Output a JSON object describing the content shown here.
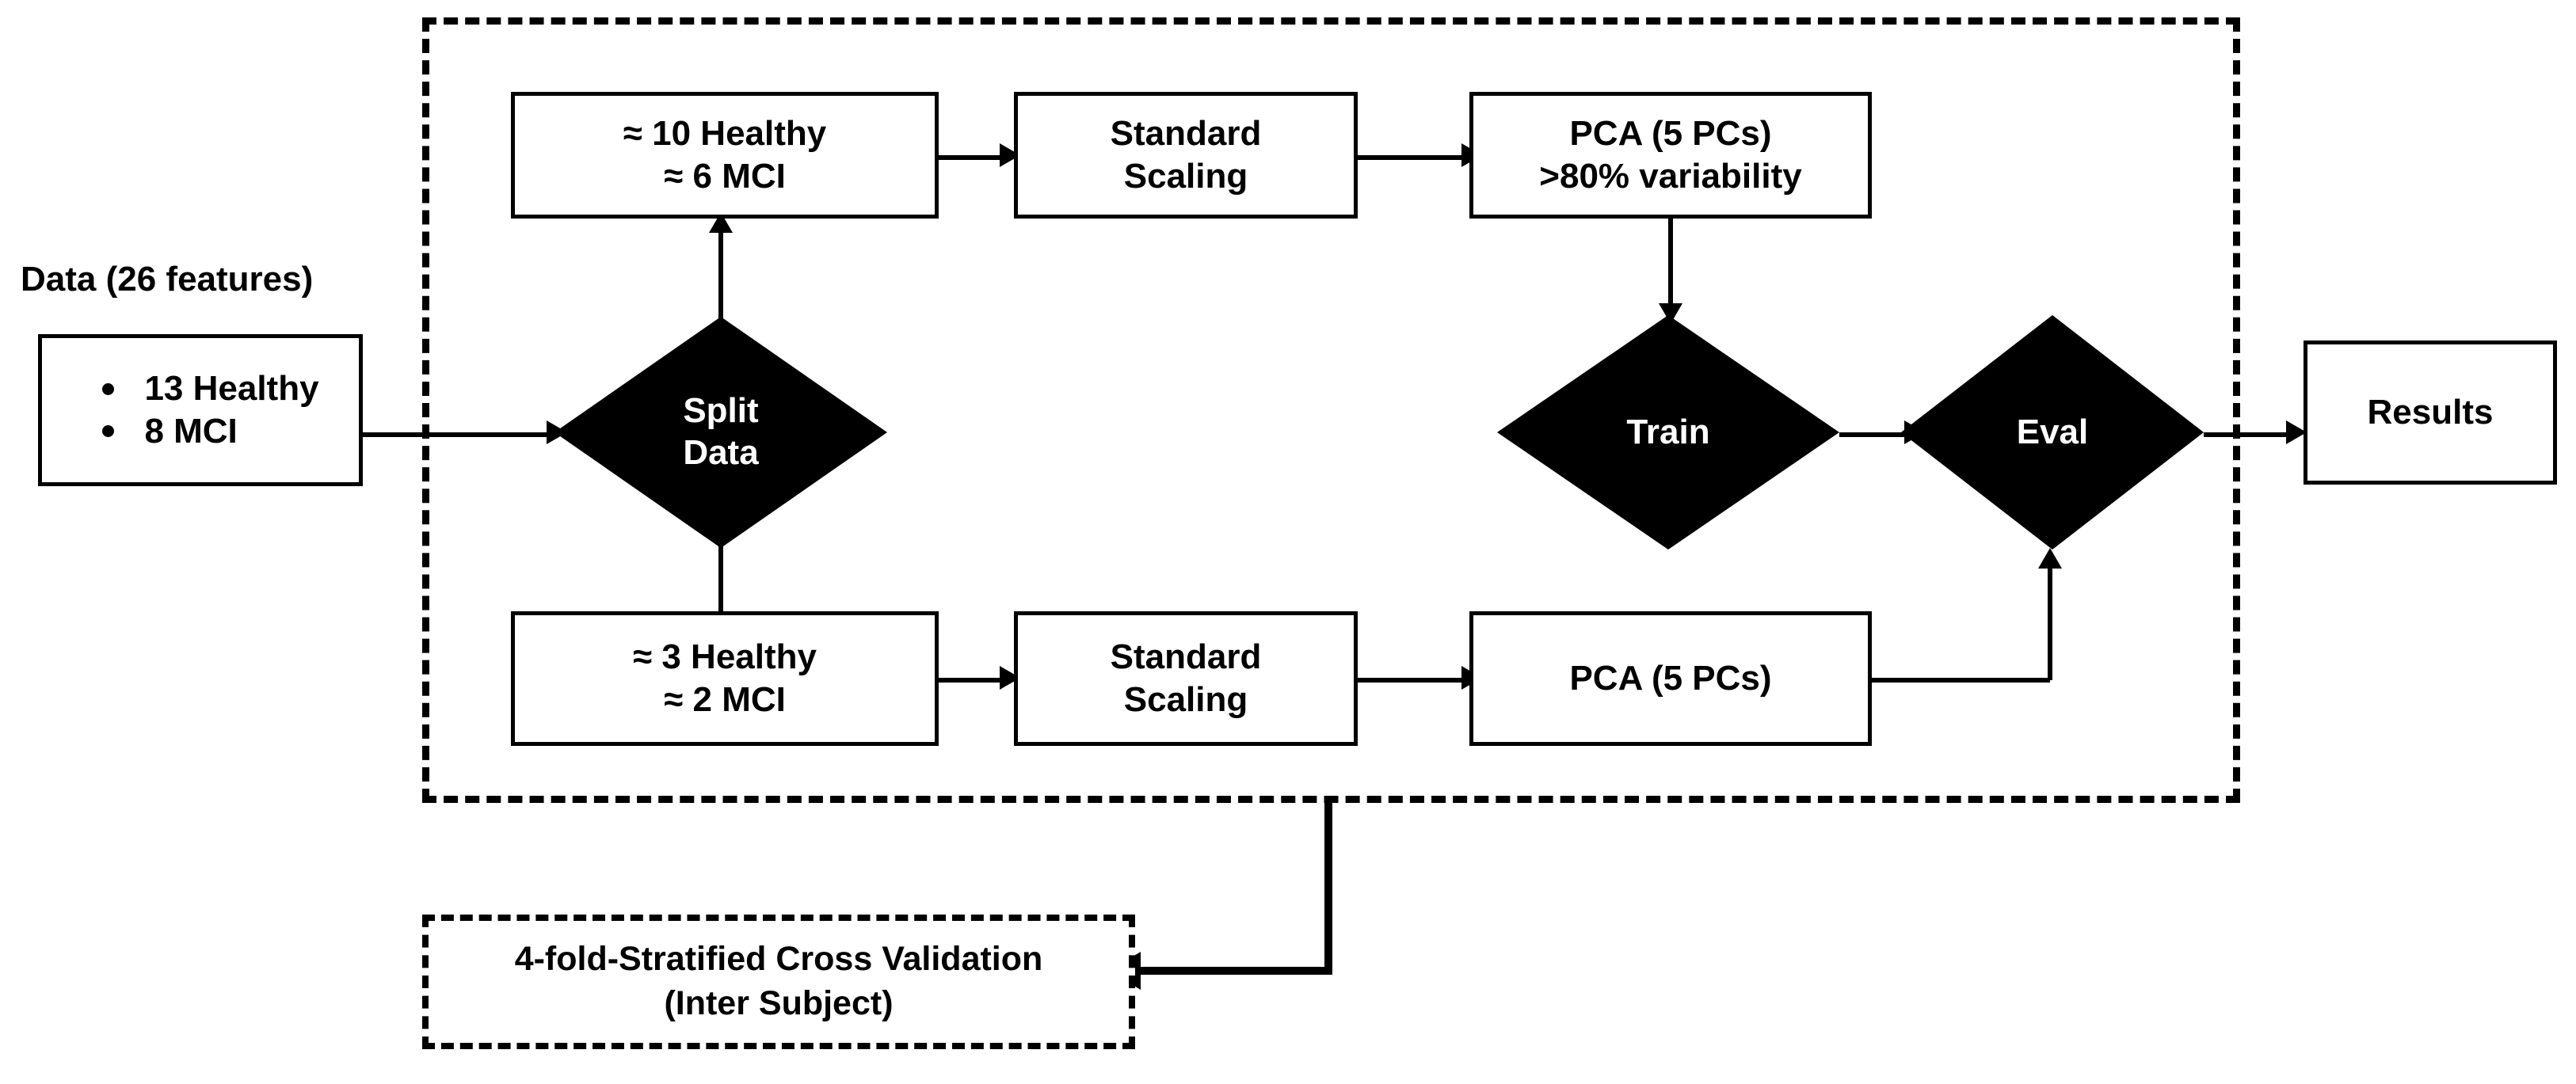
{
  "diagram": {
    "title_caption": "Data (26 features)",
    "pipeline_group_label": "",
    "nodes": {
      "data_box": {
        "bullets": [
          "13 Healthy",
          "8 MCI"
        ]
      },
      "split_diamond": {
        "label": "Split\nData"
      },
      "train_split_box": {
        "line1": "≈ 10 Healthy",
        "line2": "≈ 6 MCI"
      },
      "train_scaling_box": {
        "line1": "Standard",
        "line2": "Scaling"
      },
      "train_pca_box": {
        "line1": "PCA (5 PCs)",
        "line2": ">80% variability"
      },
      "test_split_box": {
        "line1": "≈ 3 Healthy",
        "line2": "≈ 2 MCI"
      },
      "test_scaling_box": {
        "line1": "Standard",
        "line2": "Scaling"
      },
      "test_pca_box": {
        "line1": "PCA (5 PCs)"
      },
      "train_diamond": {
        "label": "Train"
      },
      "eval_diamond": {
        "label": "Eval"
      },
      "results_box": {
        "label": "Results"
      },
      "cv_box": {
        "line1": "4-fold-Stratified Cross Validation",
        "line2": "(Inter Subject)"
      }
    },
    "colors": {
      "stroke": "#000000",
      "fill": "#ffffff",
      "diamond_fill": "#000000",
      "diamond_text": "#ffffff"
    }
  }
}
